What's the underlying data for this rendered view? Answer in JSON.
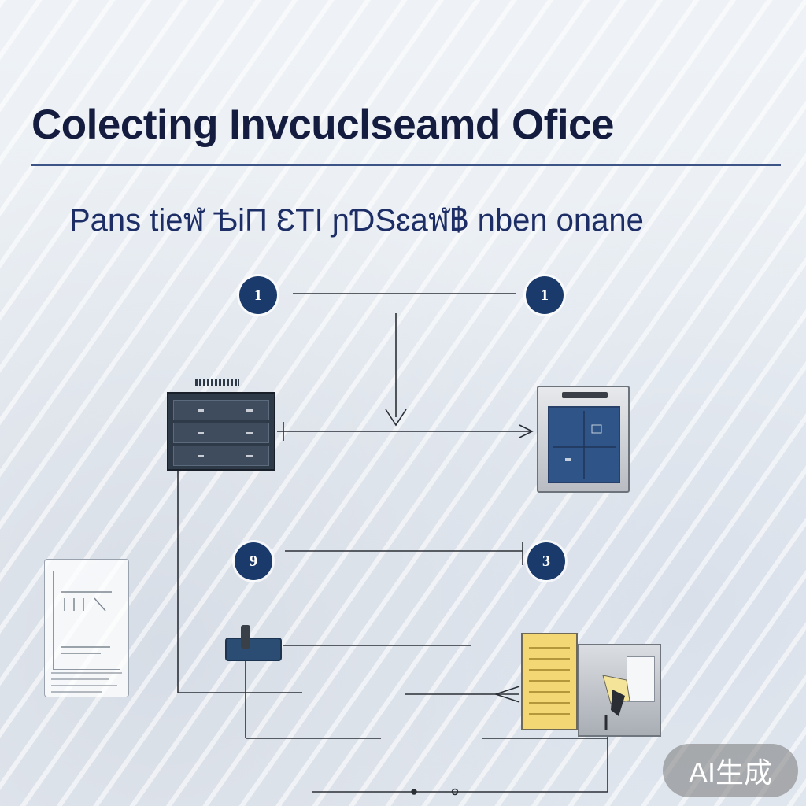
{
  "title": "Colecting Invcuclseamd Ofice",
  "subtitle": "Pans tieฬ  ѢiΠ ƐΤΙ  ɲƊSɛaฬ฿ nben onane",
  "badges": {
    "top_left": "1",
    "top_right": "1",
    "mid_left": "9",
    "mid_right": "3"
  },
  "watermark": "AI生成",
  "colors": {
    "title": "#141c3f",
    "accent": "#1a3a6b",
    "rule": "#3c5586",
    "docs": "#f2d774"
  },
  "icons": [
    "filing-cabinet-icon",
    "server-icon",
    "phone-icon",
    "document-folder-icon",
    "printer-icon",
    "paper-form-icon"
  ]
}
